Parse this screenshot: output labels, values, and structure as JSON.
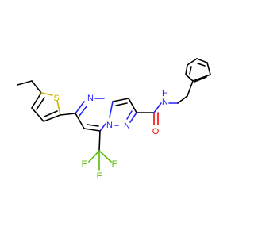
{
  "colors": {
    "N": "#2222ff",
    "S": "#c8b400",
    "O": "#ff0000",
    "F": "#55bb00",
    "C": "#000000"
  },
  "atoms": {
    "S": "S",
    "N_pyrimidine": "N",
    "N_bridge": "N",
    "N_pyrazole": "N",
    "O": "O",
    "NH": "N",
    "H": "H",
    "F1": "F",
    "F2": "F",
    "F3": "F"
  }
}
